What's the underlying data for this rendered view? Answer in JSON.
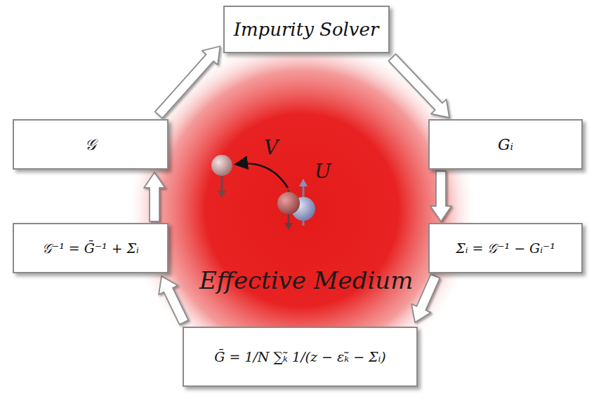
{
  "diagram": {
    "nodes": [
      {
        "text": [
          "Impurity Solver"
        ]
      },
      {
        "text": [
          "Gᵢ"
        ]
      },
      {
        "text": [
          "Σᵢ = 𝒢⁻¹ − Gᵢ⁻¹"
        ]
      },
      {
        "text": [
          "Ḡ = 1/N ∑ₖ̃ 1/(z − εₖ̃ − Σᵢ)"
        ]
      },
      {
        "text": [
          "𝒢⁻¹ = Ḡ⁻¹ + Σᵢ"
        ]
      },
      {
        "text": [
          "𝒢"
        ]
      }
    ],
    "edges": [
      {
        "from": 0,
        "to": 1,
        "arrow": "to"
      },
      {
        "from": 1,
        "to": 2,
        "arrow": "to"
      },
      {
        "from": 2,
        "to": 3,
        "arrow": "to"
      },
      {
        "from": 3,
        "to": 4,
        "arrow": "to"
      },
      {
        "from": 4,
        "to": 5,
        "arrow": "to"
      },
      {
        "from": 5,
        "to": 0,
        "arrow": "to"
      }
    ],
    "labels": [
      "V",
      "U",
      "Effective Medium"
    ]
  }
}
